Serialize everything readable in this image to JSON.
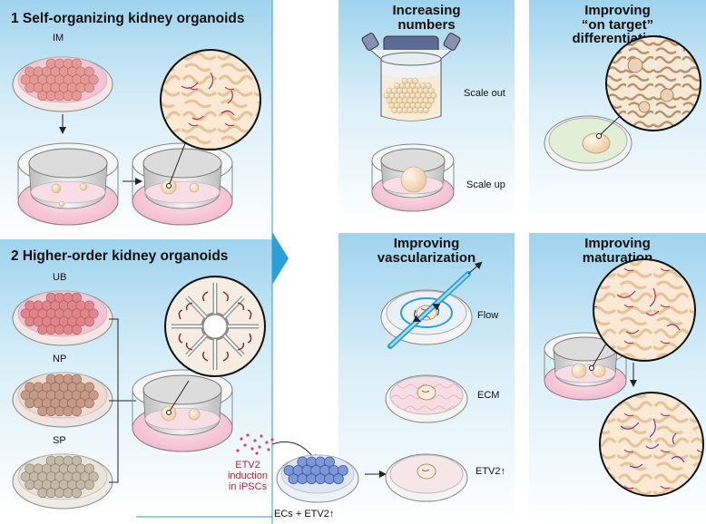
{
  "left": {
    "section1_title": "1  Self-organizing kidney organoids",
    "section2_title": "2  Higher-order kidney organoids",
    "im_label": "IM",
    "ub_label": "UB",
    "np_label": "NP",
    "sp_label": "SP",
    "etv2_induction": [
      "ETV2",
      "induction",
      "in iPSCs"
    ],
    "ecs_label": "ECs + ETV2↑"
  },
  "panels": {
    "numbers": {
      "title": [
        "Increasing",
        "numbers"
      ],
      "scale_out": "Scale out",
      "scale_up": "Scale up"
    },
    "on_target": {
      "title": [
        "Improving",
        "“on target”",
        "differentiation"
      ]
    },
    "vascularization": {
      "title": [
        "Improving",
        "vascularization"
      ],
      "flow": "Flow",
      "ecm": "ECM",
      "etv2": "ETV2↑"
    },
    "maturation": {
      "title": [
        "Improving",
        "maturation"
      ]
    }
  },
  "colors": {
    "panel_gradient_top": "#9fd3ee",
    "arrow_blue": "#2a9fd8",
    "organoid_pink": "#e8a0a0",
    "etv2_red": "#c41e2a",
    "ec_blue": "#5b7fc9"
  }
}
